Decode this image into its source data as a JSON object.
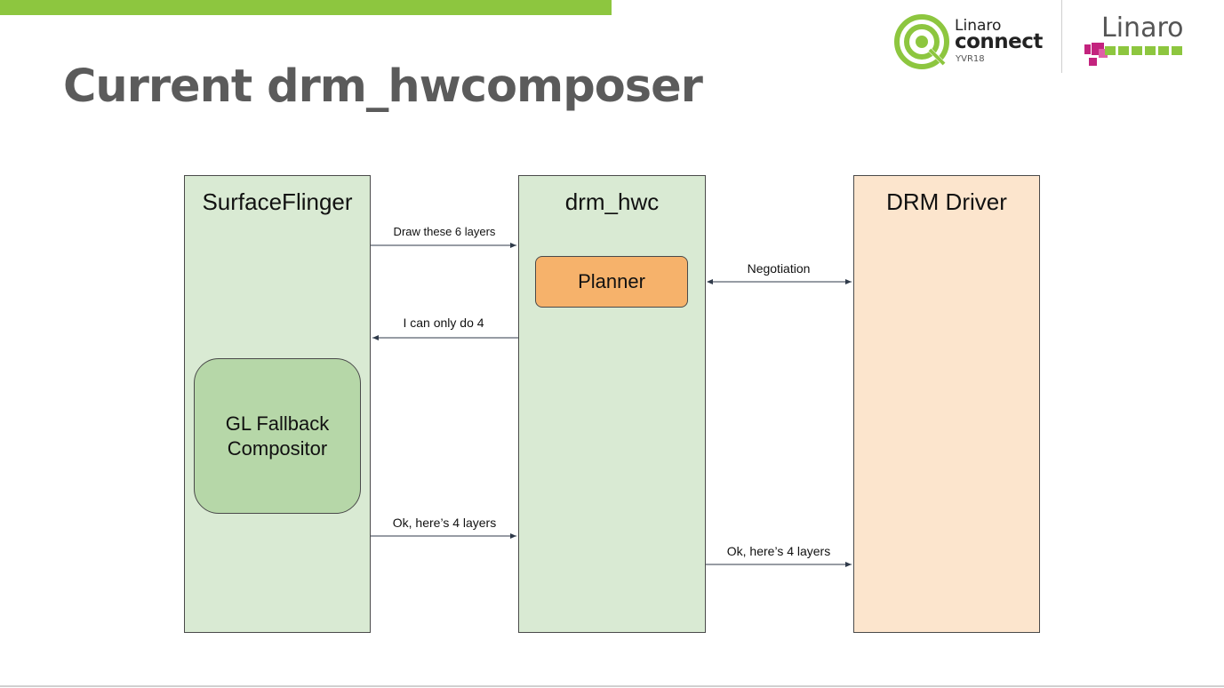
{
  "slide": {
    "title": "Current drm_hwcomposer"
  },
  "logos": {
    "connect": {
      "line1": "Linaro",
      "line2": "connect",
      "event": "YVR18"
    },
    "linaro": {
      "text": "Linaro"
    }
  },
  "diagram": {
    "columns": {
      "surfaceflinger": "SurfaceFlinger",
      "drm_hwc": "drm_hwc",
      "drm_driver": "DRM Driver"
    },
    "boxes": {
      "planner": "Planner",
      "gl_fallback_line1": "GL Fallback",
      "gl_fallback_line2": "Compositor"
    },
    "messages": {
      "draw_layers": "Draw these 6 layers",
      "negotiation": "Negotiation",
      "only_four": "I can only do 4",
      "ok_four_sf": "Ok, here’s 4 layers",
      "ok_four_drm": "Ok, here’s 4 layers"
    }
  },
  "colors": {
    "accent_green": "#8dc63f",
    "title_gray": "#5b5b5b",
    "column_green": "#d9ead3",
    "column_peach": "#fce5cd",
    "planner_orange": "#f6b26b",
    "fallback_green": "#b6d7a8",
    "linaro_magenta": "#c3237e"
  }
}
